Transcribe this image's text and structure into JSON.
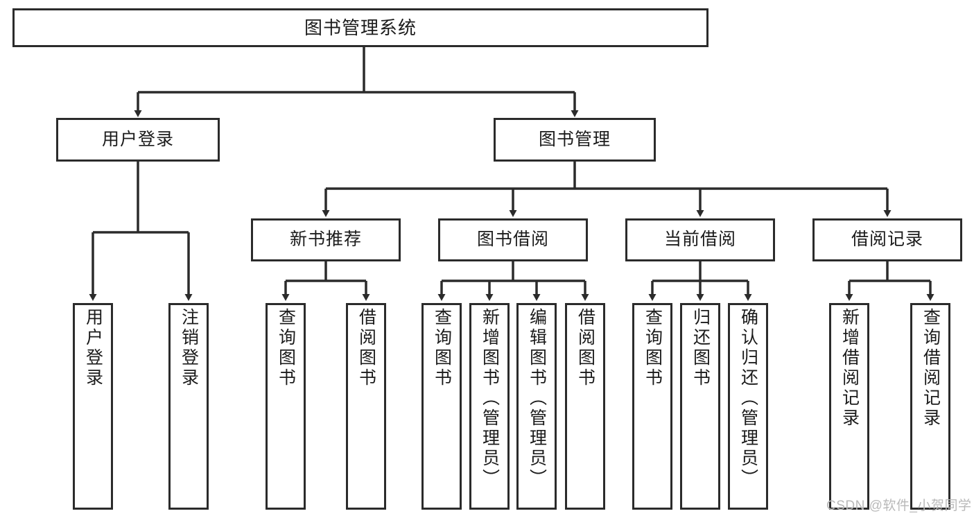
{
  "diagram": {
    "title": "图书管理系统",
    "type": "tree-hierarchy-diagram",
    "watermark": "CSDN @软件_小贺同学",
    "colors": {
      "box_border": "#2b2b2b",
      "box_fill": "#ffffff",
      "connector": "#2b2b2b",
      "text": "#1b1b1b",
      "watermark": "#b9b9b9",
      "background": "#ffffff"
    },
    "root": {
      "label": "图书管理系统"
    },
    "level2": [
      {
        "label": "用户登录"
      },
      {
        "label": "图书管理"
      }
    ],
    "level3": [
      {
        "label": "新书推荐"
      },
      {
        "label": "图书借阅"
      },
      {
        "label": "当前借阅"
      },
      {
        "label": "借阅记录"
      }
    ],
    "leaves": {
      "user_login": [
        {
          "label": "用户登录"
        },
        {
          "label": "注销登录"
        }
      ],
      "new_book_recommend": [
        {
          "label": "查询图书"
        },
        {
          "label": "借阅图书"
        }
      ],
      "book_borrow": [
        {
          "label": "查询图书"
        },
        {
          "label": "新增图书（管理员）"
        },
        {
          "label": "编辑图书（管理员）"
        },
        {
          "label": "借阅图书"
        }
      ],
      "current_borrow": [
        {
          "label": "查询图书"
        },
        {
          "label": "归还图书"
        },
        {
          "label": "确认归还（管理员）"
        }
      ],
      "borrow_record": [
        {
          "label": "新增借阅记录"
        },
        {
          "label": "查询借阅记录"
        }
      ]
    }
  }
}
